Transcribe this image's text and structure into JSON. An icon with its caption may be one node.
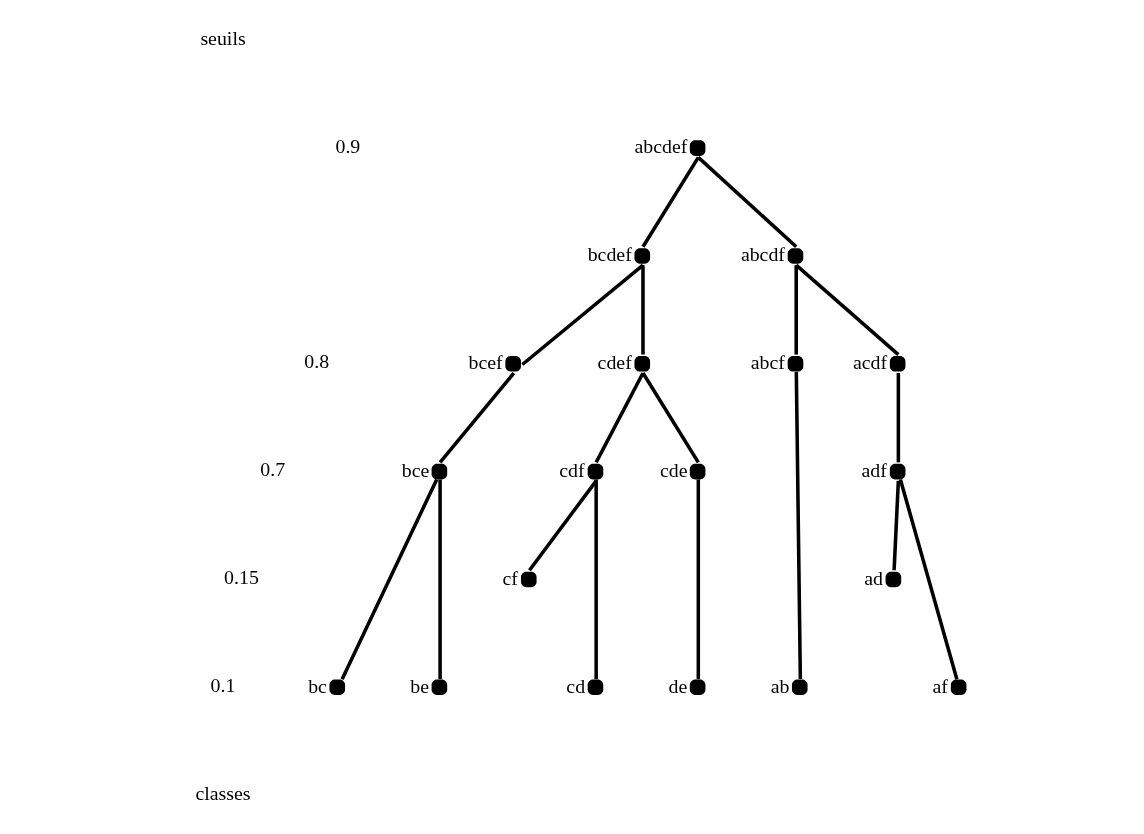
{
  "diagram": {
    "nodes": [
      {
        "text": [],
        "shape": "circle",
        "beside": [
          "abcdef"
        ]
      },
      {
        "text": [],
        "shape": "circle",
        "beside": [
          "bcdef"
        ]
      },
      {
        "text": [],
        "shape": "circle",
        "beside": [
          "abcdf"
        ]
      },
      {
        "text": [],
        "shape": "circle",
        "beside": [
          "bcef"
        ]
      },
      {
        "text": [],
        "shape": "circle",
        "beside": [
          "cdef"
        ]
      },
      {
        "text": [],
        "shape": "circle",
        "beside": [
          "abcf"
        ]
      },
      {
        "text": [],
        "shape": "circle",
        "beside": [
          "acdf"
        ]
      },
      {
        "text": [],
        "shape": "circle",
        "beside": [
          "bce"
        ]
      },
      {
        "text": [],
        "shape": "circle",
        "beside": [
          "cdf"
        ]
      },
      {
        "text": [],
        "shape": "circle",
        "beside": [
          "cde"
        ]
      },
      {
        "text": [],
        "shape": "circle",
        "beside": [
          "adf"
        ]
      },
      {
        "text": [],
        "shape": "circle",
        "beside": [
          "cf"
        ]
      },
      {
        "text": [],
        "shape": "circle",
        "beside": [
          "ad"
        ]
      },
      {
        "text": [],
        "shape": "circle",
        "beside": [
          "bc"
        ]
      },
      {
        "text": [],
        "shape": "circle",
        "beside": [
          "be"
        ]
      },
      {
        "text": [],
        "shape": "circle",
        "beside": [
          "cd"
        ]
      },
      {
        "text": [],
        "shape": "circle",
        "beside": [
          "de"
        ]
      },
      {
        "text": [],
        "shape": "circle",
        "beside": [
          "ab"
        ]
      },
      {
        "text": [],
        "shape": "circle",
        "beside": [
          "af"
        ]
      }
    ],
    "edges": [
      {
        "from": 0,
        "to": 1,
        "arrow": "none"
      },
      {
        "from": 0,
        "to": 2,
        "arrow": "none"
      },
      {
        "from": 1,
        "to": 3,
        "arrow": "none"
      },
      {
        "from": 1,
        "to": 4,
        "arrow": "none"
      },
      {
        "from": 3,
        "to": 7,
        "arrow": "none"
      },
      {
        "from": 7,
        "to": 13,
        "arrow": "none"
      },
      {
        "from": 7,
        "to": 14,
        "arrow": "none"
      },
      {
        "from": 4,
        "to": 8,
        "arrow": "none"
      },
      {
        "from": 4,
        "to": 9,
        "arrow": "none"
      },
      {
        "from": 8,
        "to": 15,
        "arrow": "none"
      },
      {
        "from": 8,
        "to": 11,
        "arrow": "none"
      },
      {
        "from": 9,
        "to": 16,
        "arrow": "none"
      },
      {
        "from": 2,
        "to": 5,
        "arrow": "none"
      },
      {
        "from": 2,
        "to": 6,
        "arrow": "none"
      },
      {
        "from": 5,
        "to": 17,
        "arrow": "none"
      },
      {
        "from": 6,
        "to": 10,
        "arrow": "none"
      },
      {
        "from": 10,
        "to": 12,
        "arrow": "none"
      },
      {
        "from": 10,
        "to": 18,
        "arrow": "none"
      }
    ],
    "labels": [
      "seuils",
      "0.9",
      "0.8",
      "0.7",
      "0.15",
      "0.1",
      "classes"
    ]
  }
}
